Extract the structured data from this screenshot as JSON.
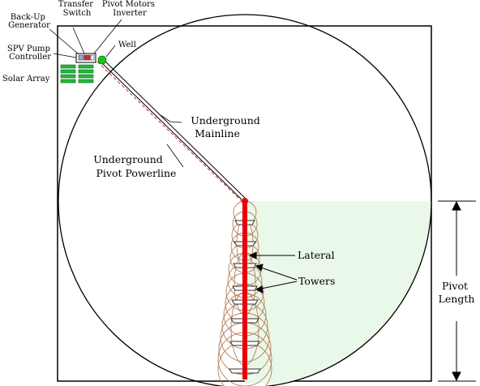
{
  "labels": {
    "backup_generator": [
      "Back-Up",
      "Generator"
    ],
    "transfer_switch": [
      "Transfer",
      "Switch"
    ],
    "pivot_motors_inverter": [
      "Pivot Motors",
      "Inverter"
    ],
    "well": "Well",
    "spv_pump_controller": [
      "SPV Pump",
      "Controller"
    ],
    "solar_array": "Solar Array",
    "underground_mainline": [
      "Underground",
      "Mainline"
    ],
    "underground_pivot_powerline": [
      "Underground",
      "Pivot Powerline"
    ],
    "lateral": "Lateral",
    "towers": "Towers",
    "pivot_length": [
      "Pivot",
      "Length"
    ]
  },
  "colors": {
    "lateral": "#e8000b",
    "wetted_pattern": "#b57f5a",
    "irrigated_quadrant": "#eaf8e9",
    "solar_panel": "#22b83a",
    "well": "#19c41f",
    "controller_box": "#ffffff",
    "tower_accent": "#d12a2a",
    "powerline": "#d23030"
  },
  "icons": {
    "well": "green-circle",
    "solar_array": "green-panel-grid",
    "controller": "boxed-rect",
    "arrow": "filled-arrowhead"
  }
}
